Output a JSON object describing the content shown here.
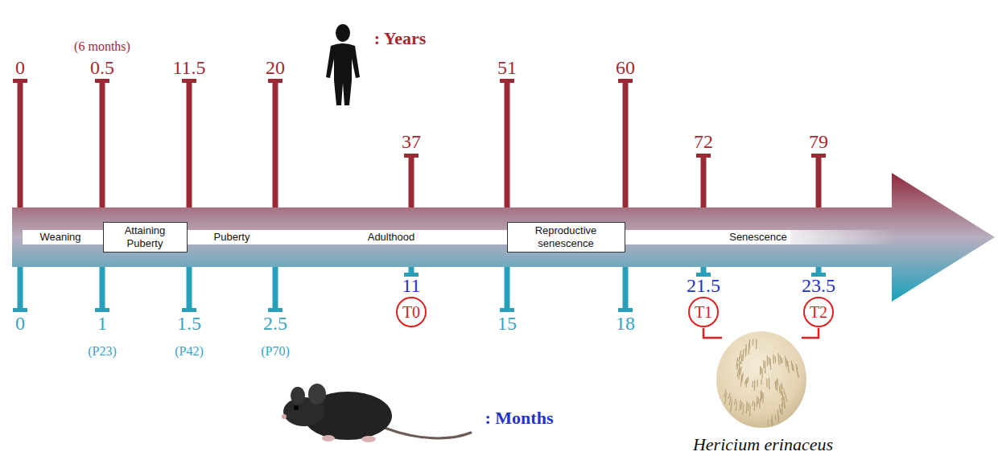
{
  "diagram": {
    "nodes": [
      {
        "text": [
          "Weaning"
        ]
      },
      {
        "text": [
          "Attaining Puberty"
        ]
      },
      {
        "text": [
          "Puberty"
        ]
      },
      {
        "text": [
          "Adulthood"
        ]
      },
      {
        "text": [
          "Reproductive senescence"
        ]
      },
      {
        "text": [
          "Senescence"
        ]
      },
      {
        "text": [
          "T0"
        ]
      },
      {
        "text": [
          "T1"
        ]
      },
      {
        "text": [
          "T2"
        ]
      }
    ],
    "labels": [
      "0",
      "(6 months)",
      "0.5",
      "11.5",
      "20",
      "37",
      "51",
      "60",
      "72",
      "79",
      ": Years",
      "0",
      "1",
      "(P23)",
      "1.5",
      "(P42)",
      "2.5",
      "(P70)",
      "11",
      "15",
      "18",
      "21.5",
      "23.5",
      ": Months",
      "Hericium erinaceus"
    ]
  }
}
